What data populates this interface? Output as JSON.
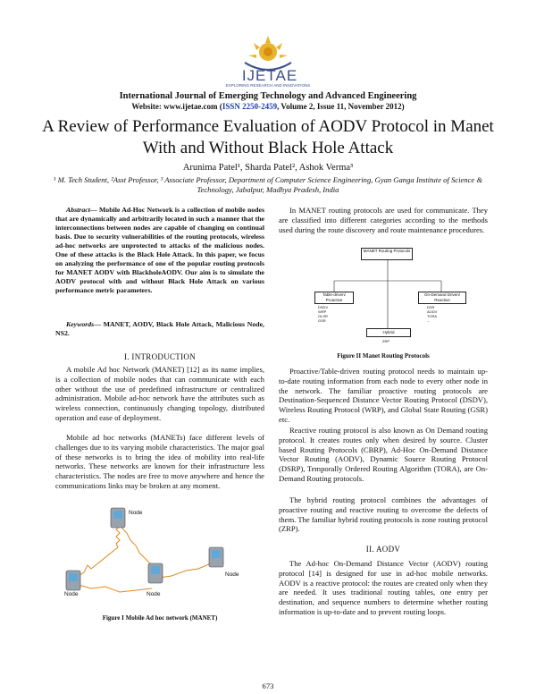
{
  "header": {
    "logo_text": "IJETAE",
    "logo_sub": "EXPLORING RESEARCH AND INNOVATIONS",
    "journal": "International Journal of Emerging Technology and Advanced Engineering",
    "website_prefix": "Website: www.ijetae.com (",
    "issn": "ISSN 2250-2459",
    "website_suffix": ", Volume 2, Issue 11, November 2012)"
  },
  "paper": {
    "title": "A Review of Performance Evaluation of AODV Protocol in Manet With and Without Black Hole Attack",
    "authors": "Arunima Patel¹, Sharda Patel², Ashok Verma³",
    "affiliation": "¹ M. Tech Student, ²Asst Professor, ³ Associate Professor, Department of Computer Science Engineering, Gyan Ganga Institute of Science & Technology, Jabalpur, Madhya Pradesh, India"
  },
  "left": {
    "abstract_label": "Abstract—",
    "abstract": "Mobile Ad-Hoc Network is a collection of mobile nodes that are dynamically and arbitrarily located in such a manner that the interconnections between nodes are capable of changing on continual basis. Due to security vulnerabilities of the routing protocols, wireless ad-hoc networks are unprotected to attacks of the malicious nodes. One of these attacks is the Black Hole Attack. In this paper, we focus on analyzing the performance of one of the popular routing protocols for MANET AODV with BlackholeAODV. Our aim is to simulate the AODV protocol with and without Black Hole Attack on various performance metric parameters.",
    "keywords_label": "Keywords—",
    "keywords": "MANET, AODV, Black Hole Attack, Malicious Node, NS2.",
    "section1": "I.  INTRODUCTION",
    "p1": "A mobile Ad hoc Network (MANET) [12] as its name implies, is a collection of mobile nodes that can communicate with each other without the use of predefined infrastructure or centralized administration. Mobile ad-hoc network have the attributes such as wireless connection, continuously changing topology, distributed operation and ease of deployment.",
    "p2": "Mobile ad hoc networks (MANETs) face different levels of challenges due to its varying mobile characteristics. The major goal of these networks is to bring the idea of mobility into real-life networks. These networks are known for their infrastructure less characteristics. The nodes are free to move anywhere and hence the communications links may be broken at any moment.",
    "fig1_caption": "Figure I Mobile Ad hoc network (MANET)",
    "node_label": "Node"
  },
  "right": {
    "p1": "In MANET routing protocols are used for communicate. They are classified into different categories according to the methods used during the route discovery and route maintenance procedures.",
    "fig2": {
      "root": "MANET Routing Protocols",
      "left_box": "Table-driven/ Proactive",
      "left_items": [
        "DSDV",
        "WRP",
        "OLSR",
        "GSR"
      ],
      "right_box": "On-Demand Driven/ Reactive",
      "right_items": [
        "DSR",
        "AODV",
        "TORA",
        "..."
      ],
      "hybrid_box": "Hybrid",
      "hybrid_items": [
        "ZRP"
      ],
      "caption": "Figure II Manet Routing Protocols"
    },
    "p2": "Proactive/Table-driven routing protocol needs to maintain up-to-date routing information from each node to every other node in the network. The familiar proactive routing protocols are Destination-Sequenced Distance Vector Routing Protocol (DSDV), Wireless Routing Protocol (WRP), and Global State Routing (GSR) etc.",
    "p3": "Reactive routing protocol is also known as On Demand routing protocol. It creates routes only when desired by source. Cluster based Routing Protocols (CBRP), Ad-Hoc On-Demand Distance Vector Routing (AODV), Dynamic Source Routing Protocol (DSRP), Temporally Ordered Routing Algorithm (TORA), are On-Demand Routing protocols.",
    "p4": "The hybrid routing protocol combines the advantages of proactive routing and reactive routing to overcome the defects of them. The familiar hybrid routing protocols is zone routing protocol (ZRP).",
    "section2": "II.  AODV",
    "p5": "The Ad-hoc On-Demand Distance Vector (AODV) routing protocol [14] is designed for use in ad-hoc mobile networks. AODV is a reactive protocol: the routes are created only when they are needed. It uses traditional routing tables, one entry per destination, and sequence numbers to determine whether routing information is up-to-date and to prevent routing loops."
  },
  "footer": {
    "page_number": "673"
  }
}
